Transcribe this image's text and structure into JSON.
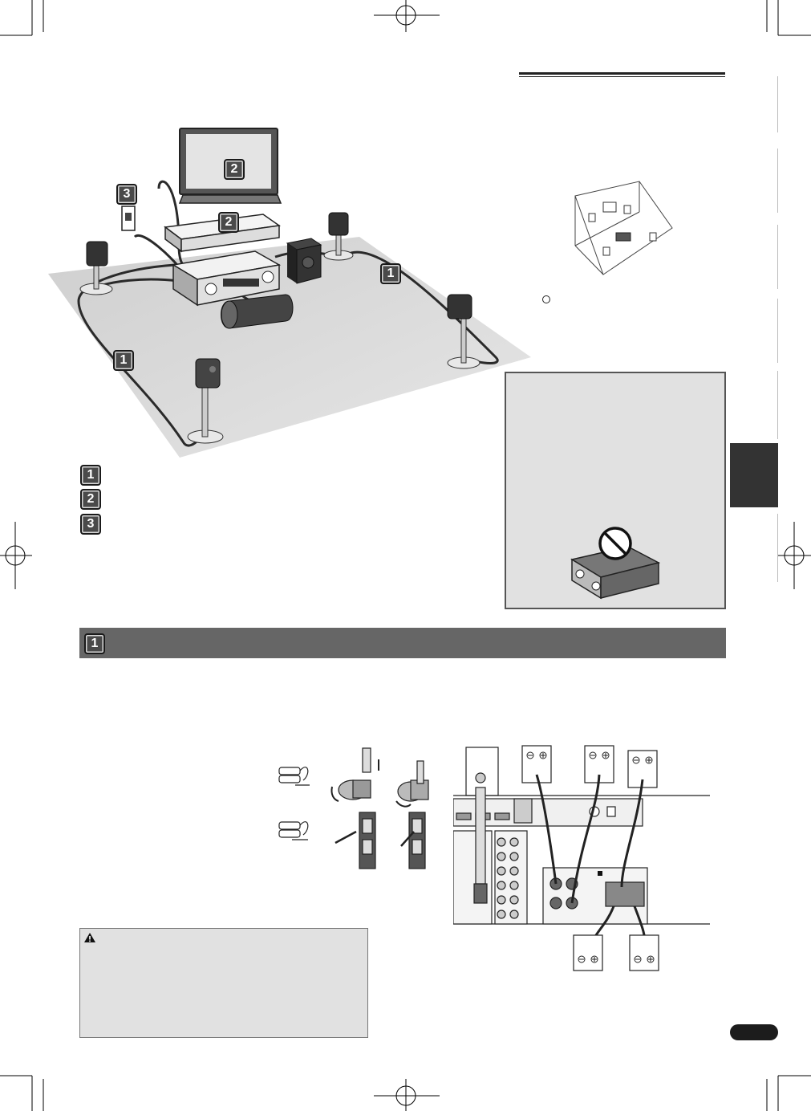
{
  "top_rule": "",
  "figure": {
    "marker_1": "1",
    "marker_2": "2",
    "marker_3": "3"
  },
  "legend": [
    {
      "number": "1",
      "text": ""
    },
    {
      "number": "2",
      "text": ""
    },
    {
      "number": "3",
      "text": ""
    }
  ],
  "section": {
    "number": "1",
    "title": ""
  },
  "caution": {
    "icon": "warning-triangle-icon"
  },
  "colors": {
    "section_bar": "#666666",
    "note_box": "#e1e1e1",
    "side_tab": "#333333",
    "floor": "#d4d4d4"
  }
}
